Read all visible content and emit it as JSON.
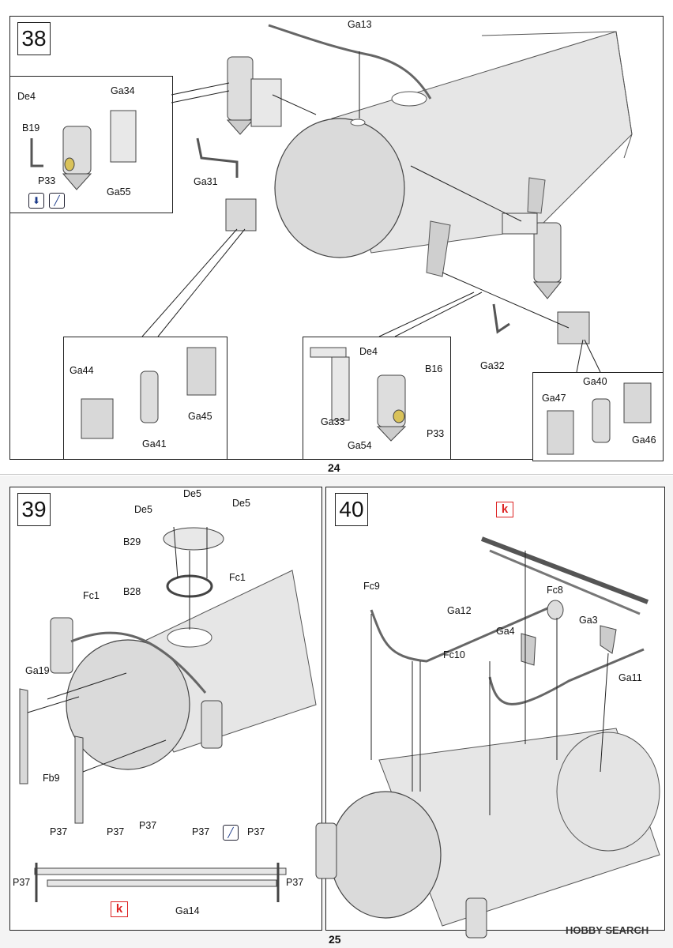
{
  "page_top": {
    "step": "38",
    "page_number": "24",
    "labels": {
      "ga13": "Ga13",
      "de4_a": "De4",
      "ga34": "Ga34",
      "b19": "B19",
      "p33_a": "P33",
      "ga55": "Ga55",
      "ga31": "Ga31",
      "ga32": "Ga32",
      "ga44": "Ga44",
      "ga45": "Ga45",
      "ga41": "Ga41",
      "de4_b": "De4",
      "b16": "B16",
      "ga33": "Ga33",
      "ga54": "Ga54",
      "p33_b": "P33",
      "ga40": "Ga40",
      "ga47": "Ga47",
      "ga46": "Ga46"
    }
  },
  "page_bottom": {
    "step39": "39",
    "step40": "40",
    "page_number": "25",
    "labels": {
      "de5_top": "De5",
      "de5_left": "De5",
      "de5_right": "De5",
      "b29": "B29",
      "fc1_a": "Fc1",
      "b28": "B28",
      "fc1_b": "Fc1",
      "ga19": "Ga19",
      "fb9": "Fb9",
      "p37_1": "P37",
      "p37_2": "P37",
      "p37_3": "P37",
      "p37_4": "P37",
      "p37_5": "P37",
      "p37_6": "P37",
      "p37_7": "P37",
      "ga14": "Ga14",
      "k_a": "k",
      "k_b": "k",
      "fc9": "Fc9",
      "ga12": "Ga12",
      "fc8": "Fc8",
      "ga4": "Ga4",
      "ga3": "Ga3",
      "fc10": "Fc10",
      "ga11": "Ga11"
    },
    "watermark": "HOBBY SEARCH"
  },
  "icons": {
    "down_arrow": "⬇",
    "glue": "glue-icon"
  }
}
